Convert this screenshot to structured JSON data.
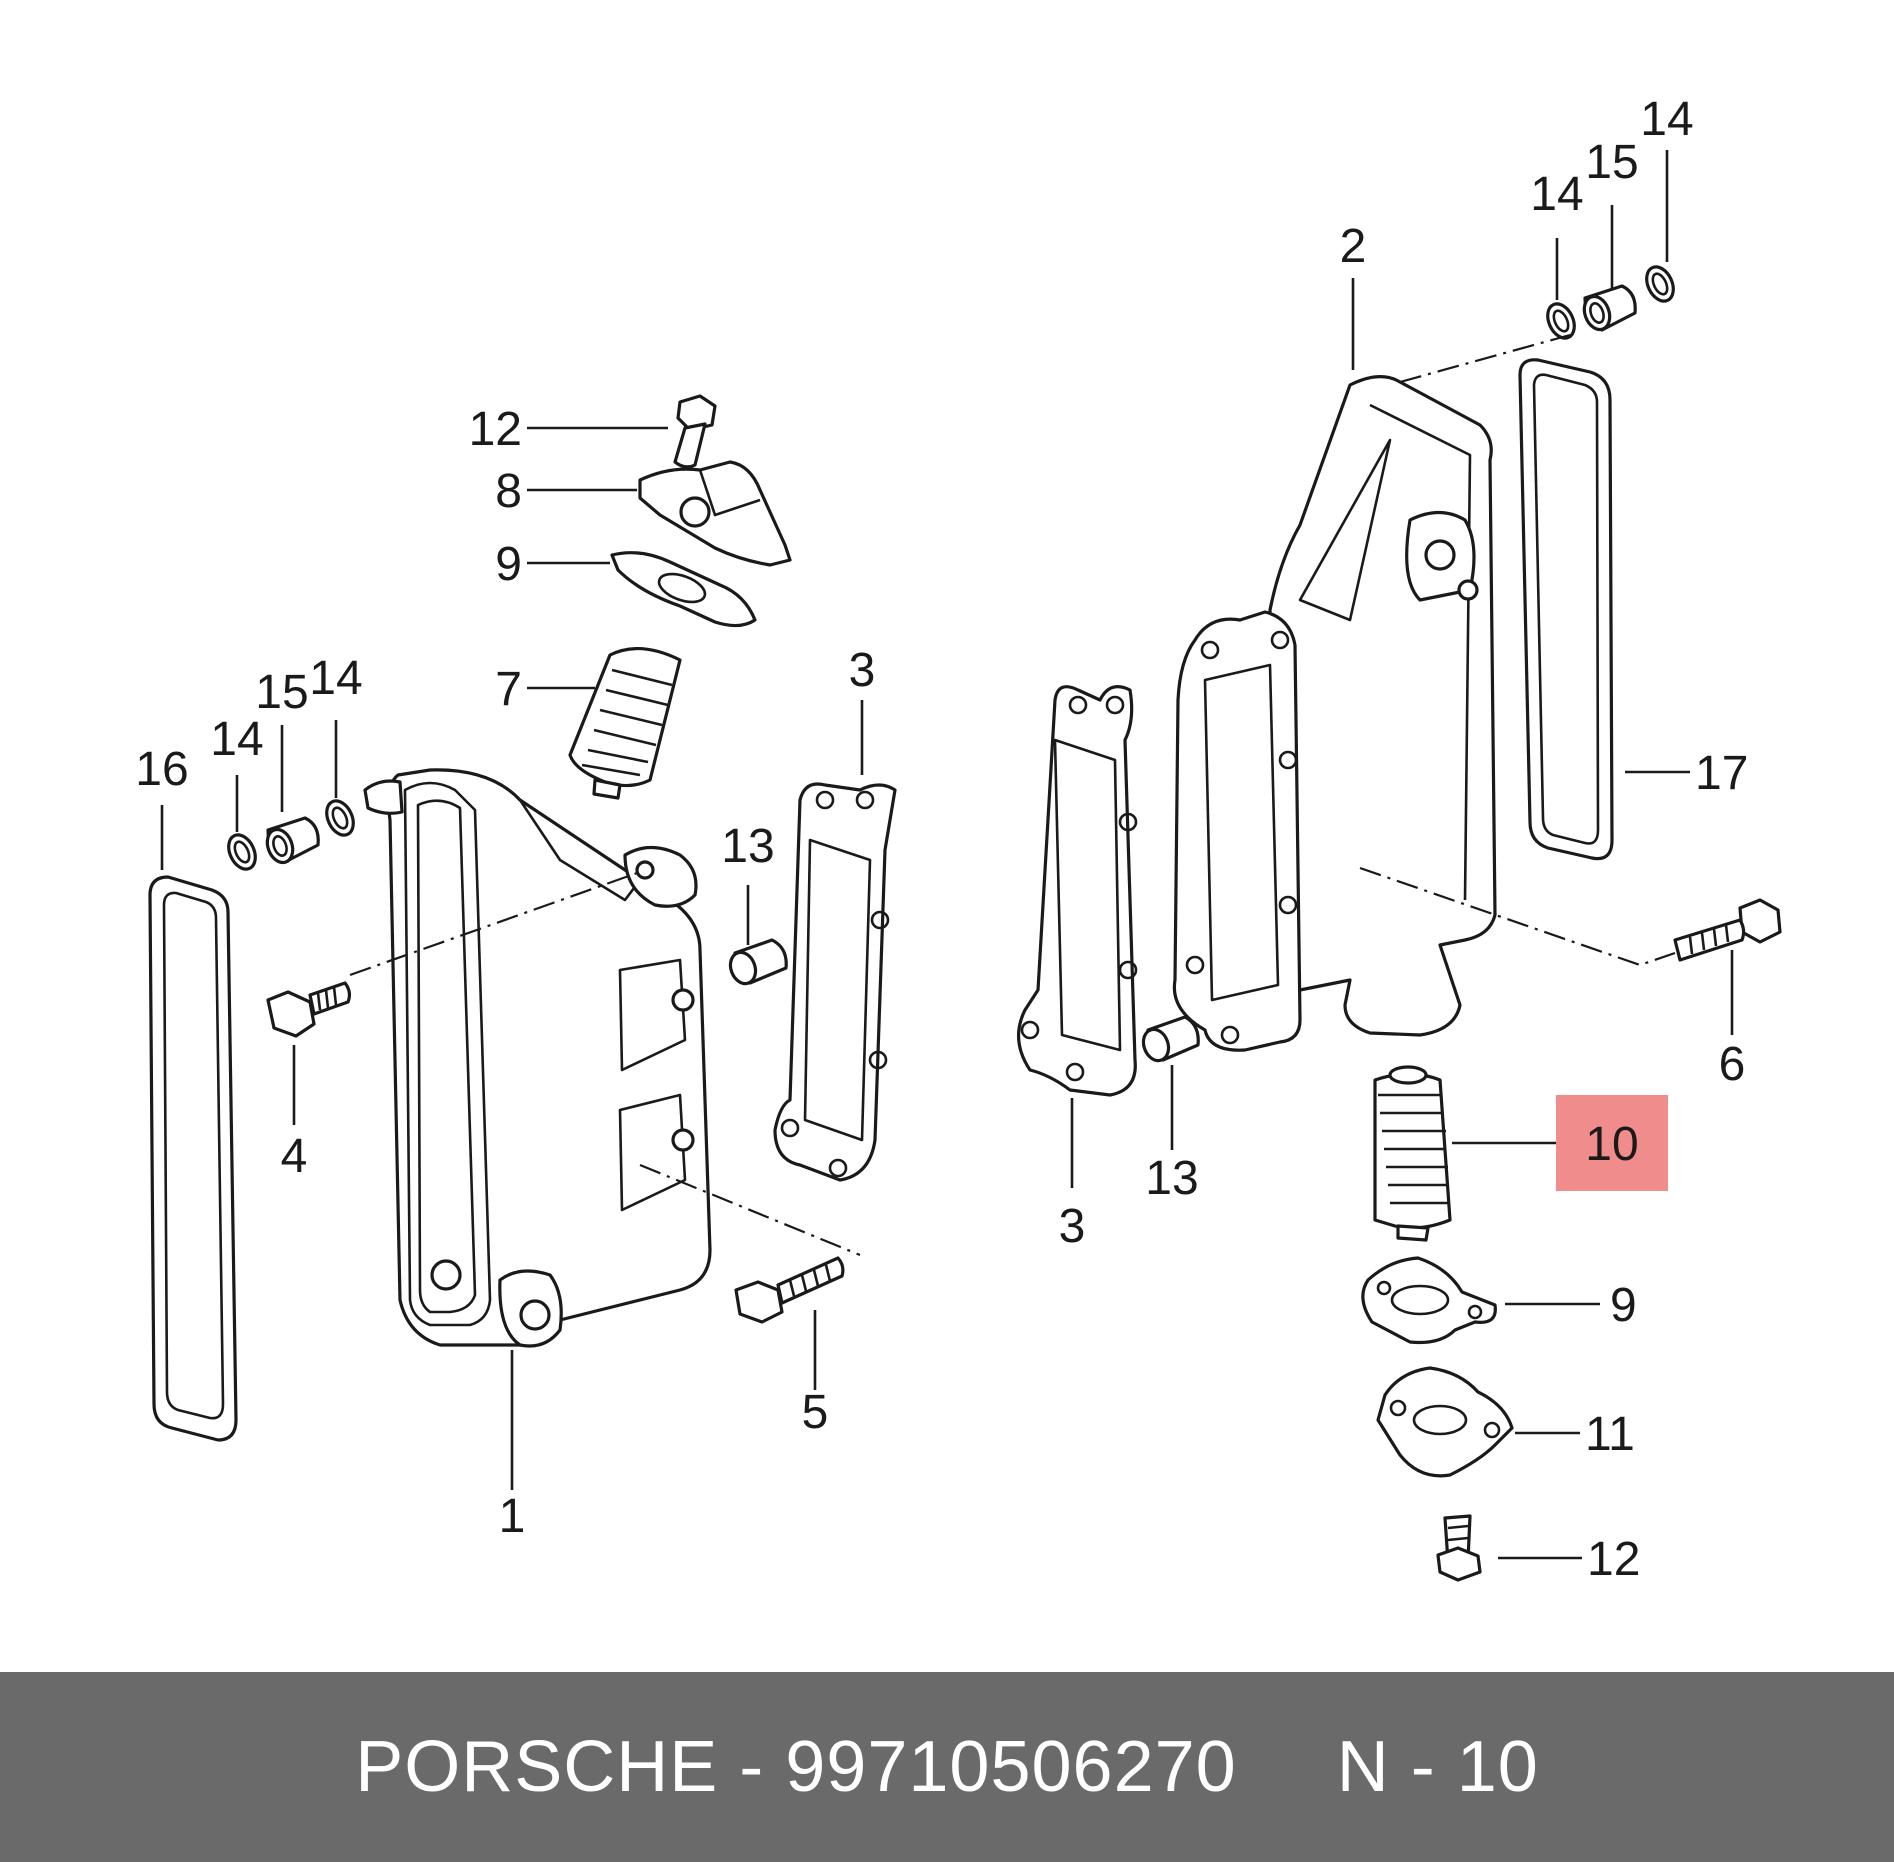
{
  "diagram": {
    "callouts": {
      "c1": "1",
      "c2": "2",
      "c3_left": "3",
      "c3_right": "3",
      "c4": "4",
      "c5": "5",
      "c6": "6",
      "c7": "7",
      "c8": "8",
      "c9_left": "9",
      "c9_right": "9",
      "c10": "10",
      "c11": "11",
      "c12_left": "12",
      "c12_right": "12",
      "c13_left": "13",
      "c13_right": "13",
      "c14_left_a": "14",
      "c14_left_b": "14",
      "c14_right_a": "14",
      "c14_right_b": "14",
      "c15_left": "15",
      "c15_right": "15",
      "c16": "16",
      "c17": "17"
    },
    "highlighted_callout": "10",
    "highlight_color": "#f08c8c"
  },
  "footer": {
    "brand_part": "PORSCHE - 99710506270",
    "position": "N - 10",
    "background_color": "#6a6a6a"
  }
}
